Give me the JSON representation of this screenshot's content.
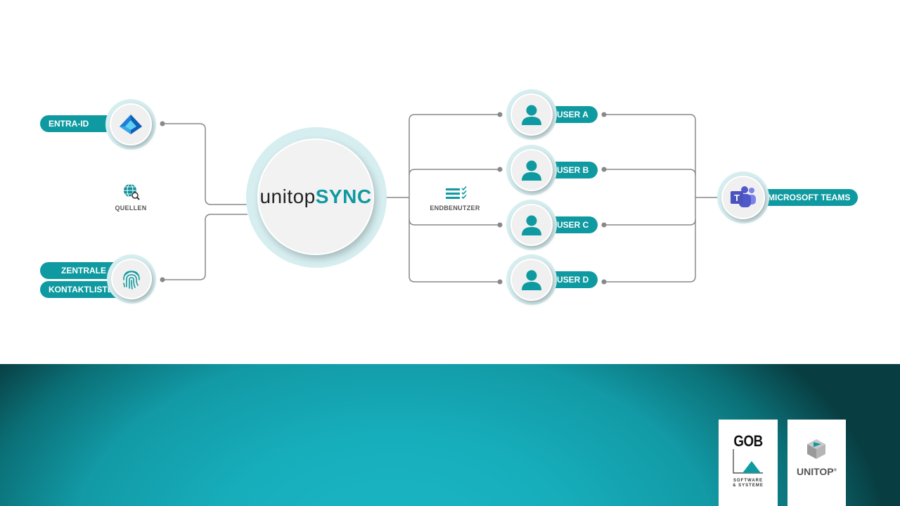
{
  "center": {
    "brand_light": "unitop",
    "brand_bold": "SYNC"
  },
  "sources": {
    "caption": "QUELLEN",
    "entra": {
      "label": "ENTRA-ID"
    },
    "contacts": {
      "label_line1": "ZENTRALE",
      "label_line2": "KONTAKTLISTE"
    }
  },
  "endusers": {
    "caption": "ENDBENUTZER",
    "users": [
      {
        "label": "USER A"
      },
      {
        "label": "USER B"
      },
      {
        "label": "USER C"
      },
      {
        "label": "USER D"
      }
    ]
  },
  "target": {
    "label": "MICROSOFT TEAMS"
  },
  "logos": {
    "gob": {
      "name": "GOB",
      "tag_line1": "SOFTWARE",
      "tag_line2": "& SYSTEME"
    },
    "unitop": {
      "name": "UNITOP",
      "mark": "®"
    }
  },
  "colors": {
    "accent": "#0e9aa0",
    "ring": "#d7eef0",
    "line": "#777777"
  },
  "icons": [
    "entra-id-icon",
    "fingerprint-icon",
    "globe-search-icon",
    "checklist-icon",
    "user-icon",
    "teams-icon"
  ]
}
